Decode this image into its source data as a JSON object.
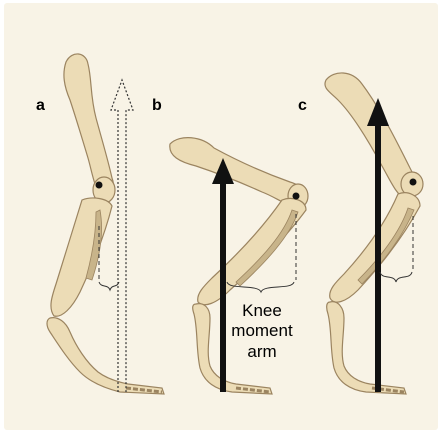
{
  "colors": {
    "background": "#f8f3e6",
    "bone_fill": "#ecdcb6",
    "bone_shade": "#c8b48a",
    "bone_outline": "#9b8460",
    "arrow": "#111111",
    "dashed": "#333333"
  },
  "panels": [
    {
      "id": "a",
      "label": "a"
    },
    {
      "id": "b",
      "label": "b",
      "caption_lines": [
        "Knee",
        "moment",
        "arm"
      ]
    },
    {
      "id": "c",
      "label": "c"
    }
  ],
  "icons": [
    "bone-skeleton-icon",
    "force-arrow-icon",
    "knee-joint-dot-icon"
  ]
}
